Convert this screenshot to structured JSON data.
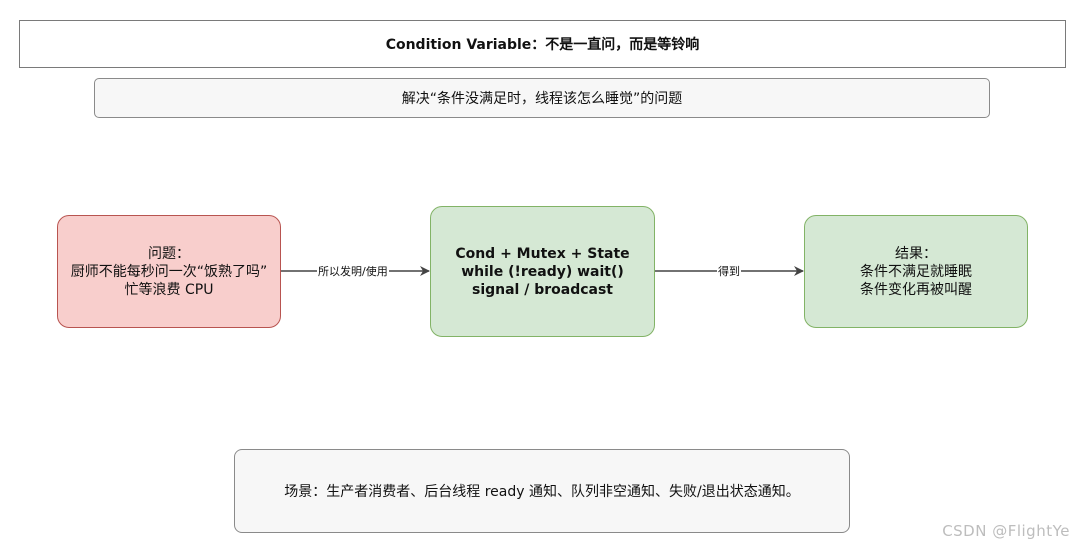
{
  "title": "Condition Variable：不是一直问，而是等铃响",
  "subtitle": "解决“条件没满足时，线程该怎么睡觉”的问题",
  "nodes": {
    "problem": {
      "lines": [
        "问题：",
        "厨师不能每秒问一次“饭熟了吗”",
        "忙等浪费 CPU"
      ],
      "fill": "#f8cecc",
      "stroke": "#b85450"
    },
    "mechanism": {
      "lines": [
        "Cond + Mutex + State",
        "while (!ready) wait()",
        "signal / broadcast"
      ],
      "fill": "#d5e8d4",
      "stroke": "#82b366"
    },
    "result": {
      "lines": [
        "结果：",
        "条件不满足就睡眠",
        "条件变化再被叫醒"
      ],
      "fill": "#d5e8d4",
      "stroke": "#82b366"
    }
  },
  "edges": [
    {
      "from": "problem",
      "to": "mechanism",
      "label": "所以发明/使用"
    },
    {
      "from": "mechanism",
      "to": "result",
      "label": "得到"
    }
  ],
  "scene": "场景：生产者消费者、后台线程 ready 通知、队列非空通知、失败/退出状态通知。",
  "watermark": "CSDN @FlightYe"
}
